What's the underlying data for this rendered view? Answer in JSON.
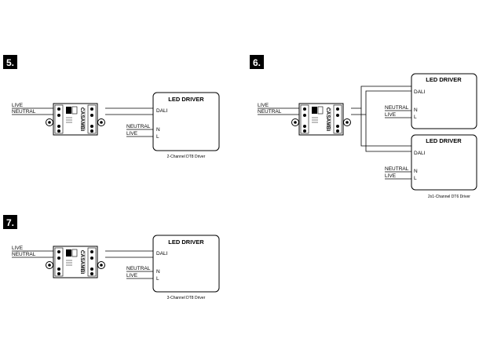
{
  "diagrams": [
    {
      "number": "5.",
      "live_label": "LIVE",
      "neutral_label": "NEUTRAL",
      "drivers": [
        {
          "title": "LED DRIVER",
          "dali": "DALI",
          "neutral": "NEUTRAL",
          "live": "LIVE",
          "n": "N",
          "l": "L"
        }
      ],
      "caption": "2-Channel DT8 Driver"
    },
    {
      "number": "6.",
      "live_label": "LIVE",
      "neutral_label": "NEUTRAL",
      "drivers": [
        {
          "title": "LED DRIVER",
          "dali": "DALI",
          "neutral": "NEUTRAL",
          "live": "LIVE",
          "n": "N",
          "l": "L"
        },
        {
          "title": "LED DRIVER",
          "dali": "DALI",
          "neutral": "NEUTRAL",
          "live": "LIVE",
          "n": "N",
          "l": "L"
        }
      ],
      "caption": "2x1-Channel DT6 Driver"
    },
    {
      "number": "7.",
      "live_label": "LIVE",
      "neutral_label": "NEUTRAL",
      "drivers": [
        {
          "title": "LED DRIVER",
          "dali": "DALI",
          "neutral": "NEUTRAL",
          "live": "LIVE",
          "n": "N",
          "l": "L"
        }
      ],
      "caption": "3-Channel DT8 Driver"
    }
  ],
  "module": {
    "brand": "CASAMBI"
  }
}
